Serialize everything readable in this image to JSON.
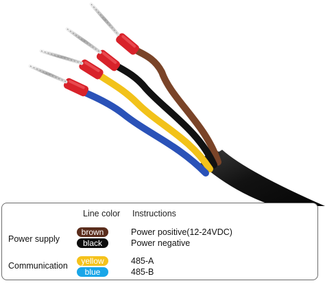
{
  "legend": {
    "header_line_color": "Line color",
    "header_instructions": "Instructions",
    "groups": [
      "Power supply",
      "Communication"
    ],
    "rows": [
      {
        "color_name": "brown",
        "swatch": "#5a2d1c",
        "text_color": "#ffffff",
        "instruction": "Power positive(12-24VDC)"
      },
      {
        "color_name": "black",
        "swatch": "#0d0d0d",
        "text_color": "#ffffff",
        "instruction": "Power negative"
      },
      {
        "color_name": "yellow",
        "swatch": "#f5c21b",
        "text_color": "#ffffff",
        "instruction": "485-A"
      },
      {
        "color_name": "blue",
        "swatch": "#19a6e8",
        "text_color": "#ffffff",
        "instruction": "485-B"
      }
    ]
  },
  "wire_colors": {
    "brown": "#7a4428",
    "black": "#121212",
    "yellow": "#f2c21a",
    "blue": "#2a52b8",
    "ferrule": "#d8222a",
    "sheath": "#151515"
  }
}
